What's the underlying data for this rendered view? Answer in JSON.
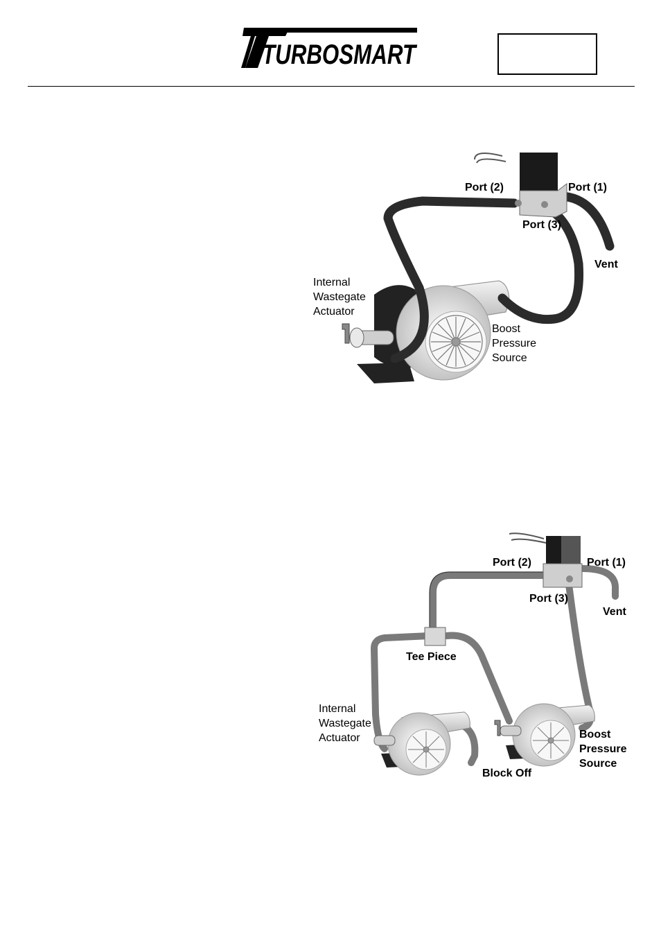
{
  "header": {
    "brand": "TURBOSMART",
    "part_box_text": ""
  },
  "diagram_1": {
    "labels": {
      "port2": "Port (2)",
      "port1": "Port (1)",
      "port3": "Port (3)",
      "vent": "Vent",
      "actuator_line1": "Internal",
      "actuator_line2": "Wastegate",
      "actuator_line3": "Actuator",
      "boost_line1": "Boost",
      "boost_line2": "Pressure",
      "boost_line3": "Source"
    }
  },
  "diagram_2": {
    "labels": {
      "port2": "Port (2)",
      "port1": "Port (1)",
      "port3": "Port (3)",
      "vent": "Vent",
      "tee": "Tee Piece",
      "actuator_line1": "Internal",
      "actuator_line2": "Wastegate",
      "actuator_line3": "Actuator",
      "block_off": "Block Off",
      "boost_line1": "Boost",
      "boost_line2": "Pressure",
      "boost_line3": "Source"
    }
  },
  "colors": {
    "hose_dark": "#2b2b2b",
    "hose_mid": "#7a7a7a",
    "solenoid": "#1a1a1a",
    "block": "#cfcfcf",
    "turbo": "#e4e4e4"
  }
}
